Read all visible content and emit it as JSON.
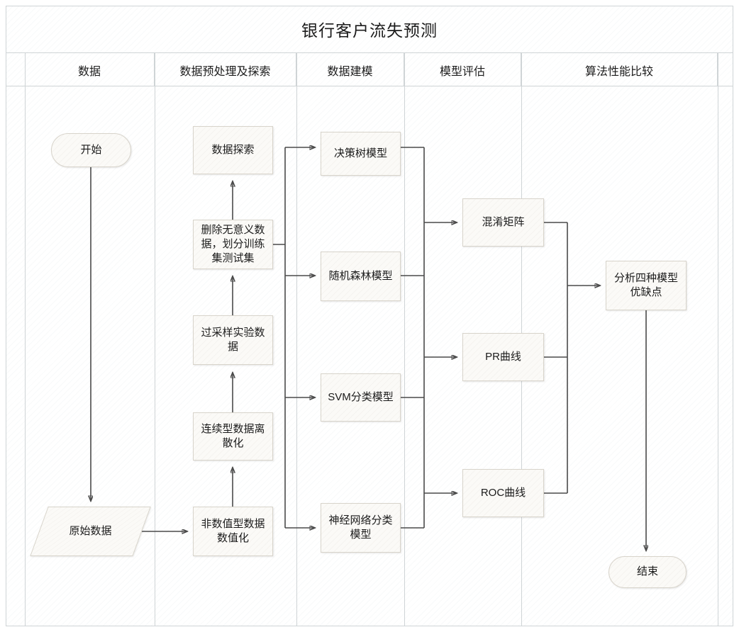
{
  "diagram": {
    "title": "银行客户流失预测",
    "type": "swimlane-flowchart",
    "lanes": [
      {
        "id": "data",
        "label": "数据"
      },
      {
        "id": "preprocess",
        "label": "数据预处理及探索"
      },
      {
        "id": "modeling",
        "label": "数据建模"
      },
      {
        "id": "evaluation",
        "label": "模型评估"
      },
      {
        "id": "comparison",
        "label": "算法性能比较"
      }
    ],
    "nodes": [
      {
        "id": "start",
        "lane": "data",
        "shape": "terminator",
        "label": "开始"
      },
      {
        "id": "raw-data",
        "lane": "data",
        "shape": "parallelogram",
        "label": "原始数据"
      },
      {
        "id": "encode",
        "lane": "preprocess",
        "shape": "process",
        "label": "非数值型数据数值化"
      },
      {
        "id": "discretize",
        "lane": "preprocess",
        "shape": "process",
        "label": "连续型数据离散化"
      },
      {
        "id": "oversample",
        "lane": "preprocess",
        "shape": "process",
        "label": "过采样实验数据"
      },
      {
        "id": "clean-split",
        "lane": "preprocess",
        "shape": "process",
        "label": "删除无意义数据，划分训练集测试集"
      },
      {
        "id": "explore",
        "lane": "preprocess",
        "shape": "process",
        "label": "数据探索"
      },
      {
        "id": "decision-tree",
        "lane": "modeling",
        "shape": "process",
        "label": "决策树模型"
      },
      {
        "id": "random-forest",
        "lane": "modeling",
        "shape": "process",
        "label": "随机森林模型"
      },
      {
        "id": "svm",
        "lane": "modeling",
        "shape": "process",
        "label": "SVM分类模型"
      },
      {
        "id": "neural-net",
        "lane": "modeling",
        "shape": "process",
        "label": "神经网络分类模型"
      },
      {
        "id": "confusion",
        "lane": "evaluation",
        "shape": "process",
        "label": "混淆矩阵"
      },
      {
        "id": "pr-curve",
        "lane": "evaluation",
        "shape": "process",
        "label": "PR曲线"
      },
      {
        "id": "roc-curve",
        "lane": "evaluation",
        "shape": "process",
        "label": "ROC曲线"
      },
      {
        "id": "analyze",
        "lane": "comparison",
        "shape": "process",
        "label": "分析四种模型优缺点"
      },
      {
        "id": "end",
        "lane": "comparison",
        "shape": "terminator",
        "label": "结束"
      }
    ],
    "edges": [
      {
        "from": "start",
        "to": "raw-data"
      },
      {
        "from": "raw-data",
        "to": "encode"
      },
      {
        "from": "encode",
        "to": "discretize"
      },
      {
        "from": "discretize",
        "to": "oversample"
      },
      {
        "from": "oversample",
        "to": "clean-split"
      },
      {
        "from": "clean-split",
        "to": "explore"
      },
      {
        "from": "clean-split",
        "to": "decision-tree"
      },
      {
        "from": "clean-split",
        "to": "random-forest"
      },
      {
        "from": "clean-split",
        "to": "svm"
      },
      {
        "from": "clean-split",
        "to": "neural-net"
      },
      {
        "from": "decision-tree",
        "to": "confusion"
      },
      {
        "from": "random-forest",
        "to": "pr-curve"
      },
      {
        "from": "svm",
        "to": "roc-curve"
      },
      {
        "from": "neural-net",
        "to": "confusion"
      },
      {
        "from": "confusion",
        "to": "analyze"
      },
      {
        "from": "pr-curve",
        "to": "analyze"
      },
      {
        "from": "roc-curve",
        "to": "analyze"
      },
      {
        "from": "analyze",
        "to": "end"
      }
    ],
    "colors": {
      "node_fill": "#fbfaf7",
      "node_border": "#d8d4cb",
      "lane_border": "#cfd4d6",
      "connector": "#4a4a4a",
      "text": "#1b1b1b",
      "background": "#ffffff"
    }
  }
}
